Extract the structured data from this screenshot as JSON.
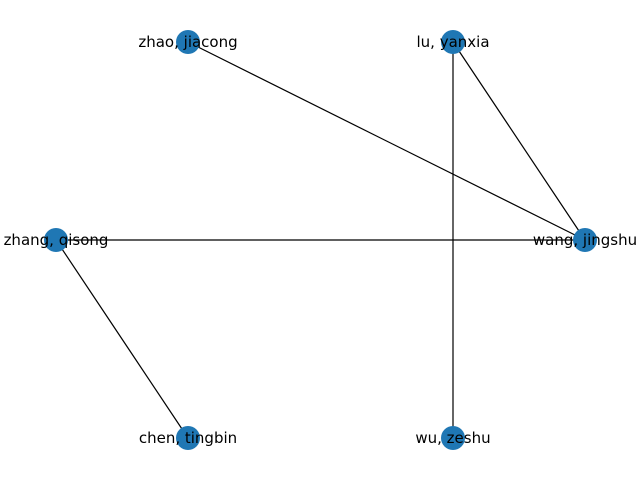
{
  "graph": {
    "node_color": "#1f77b4",
    "edge_color": "#000000",
    "nodes": [
      {
        "id": "zhao",
        "label": "zhao, jiacong"
      },
      {
        "id": "lu",
        "label": "lu, yanxia"
      },
      {
        "id": "zhang",
        "label": "zhang, qisong"
      },
      {
        "id": "wang",
        "label": "wang, jingshu"
      },
      {
        "id": "chen",
        "label": "chen, tingbin"
      },
      {
        "id": "wu",
        "label": "wu, zeshu"
      }
    ],
    "edges": [
      {
        "source": "zhao",
        "target": "wang"
      },
      {
        "source": "lu",
        "target": "wang"
      },
      {
        "source": "lu",
        "target": "wu"
      },
      {
        "source": "zhang",
        "target": "wang"
      },
      {
        "source": "zhang",
        "target": "chen"
      }
    ]
  }
}
